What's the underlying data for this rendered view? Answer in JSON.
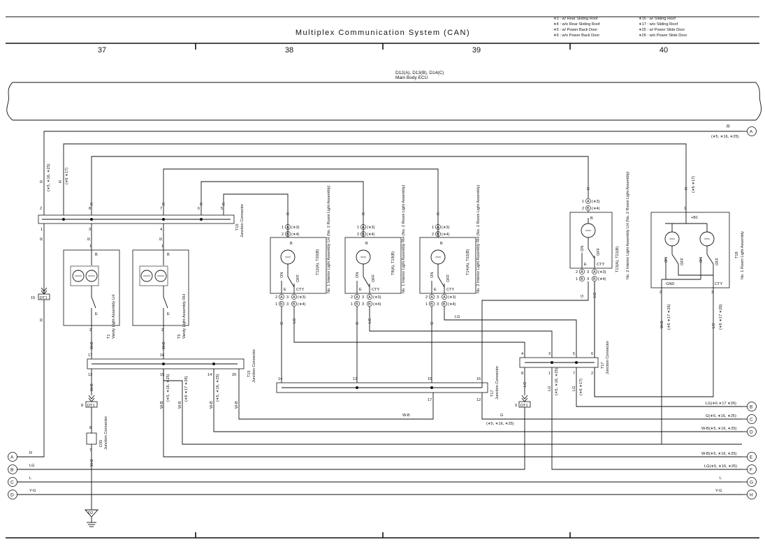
{
  "header": {
    "title": "Multiplex Communication System (CAN)",
    "columns": [
      "37",
      "38",
      "39",
      "40"
    ],
    "notes_left": [
      "∗3 : w/ Rear Sliding Roof",
      "∗4 : w/o Rear Sliding Roof",
      "∗5 : w/ Power Back Door",
      "∗6 : w/o Power Back Door"
    ],
    "notes_right": [
      "∗16 : w/ Sliding Roof",
      "∗17 : w/o Sliding Roof",
      "∗25 : w/ Power Slide Door",
      "∗26 : w/o Power Slide Door"
    ]
  },
  "ecu": {
    "code": "D12(A), D13(B), D14(C)",
    "name": "Main Body ECU"
  },
  "wires": {
    "R": "R",
    "LG": "LG",
    "L": "L",
    "YG": "Y-G",
    "WB": "W-B",
    "G": "G",
    "cond_5_16_25": "(∗5, ∗16, ∗25)",
    "cond_6_17_26": "(∗6 ∗17 ∗26)",
    "cond_6_17_v": "(∗6 ∗17)",
    "cond_5_16_25_v": "(∗5, ∗16, ∗25)",
    "cond_6_17_26_v": "(∗6 ∗17 ∗26)"
  },
  "connectors_left": [
    {
      "id": "A",
      "wire": "R"
    },
    {
      "id": "B",
      "wire": "LG"
    },
    {
      "id": "C",
      "wire": "L"
    },
    {
      "id": "D",
      "wire": "Y-G"
    }
  ],
  "connectors_right": [
    {
      "id": "A",
      "wire": "R",
      "cond": "(∗5, ∗16, ∗25)"
    },
    {
      "id": "B",
      "wire": "LG(∗6 ∗17 ∗26)"
    },
    {
      "id": "C",
      "wire": "G(∗5, ∗16, ∗25)"
    },
    {
      "id": "D",
      "wire": "W-B(∗5, ∗16, ∗25)"
    },
    {
      "id": "E",
      "wire": "W-B(∗5, ∗16, ∗25)"
    },
    {
      "id": "F",
      "wire": "LG(∗5, ∗16, ∗25)"
    },
    {
      "id": "G",
      "wire": "L"
    },
    {
      "id": "H",
      "wire": "Y-G"
    }
  ],
  "components": {
    "t15_top": {
      "code": "T15",
      "name": "Junction Connector",
      "pins": [
        "2",
        "8",
        "7",
        "6",
        "5",
        "1",
        "3",
        "4"
      ]
    },
    "t1": {
      "code": "T1",
      "name": "Vanity Light Assembly LH",
      "pins": [
        "1",
        "B",
        "E",
        "2"
      ]
    },
    "t5": {
      "code": "T5",
      "name": "Vanity Light Assembly RH",
      "pins": [
        "1",
        "B",
        "E",
        "2"
      ]
    },
    "t12": {
      "code": "T12(A), T20(B)",
      "name": "No. 1 Interior Light Assembly LH (No. 2 Room Light Assembly)"
    },
    "t8": {
      "code": "T8(A), T19(B)",
      "name": "No. 1 Interior Light Assembly RH (No. 2 Room Light Assembly)"
    },
    "t14": {
      "code": "T14(A), T22(B)",
      "name": "No. 2 Interior Light Assembly RH (No. 2 Room Light Assembly)"
    },
    "t13": {
      "code": "T13(A), T21(B)",
      "name": "No. 2 Interior Light Assembly LH (No. 2 Room Light Assembly)"
    },
    "t18": {
      "code": "T18",
      "name": "No. 1 Room Light Assembly",
      "pins": [
        "+B1",
        "GND",
        "CTY",
        "1",
        "2",
        "3"
      ]
    },
    "t15_mid": {
      "code": "T15",
      "name": "Junction Connector",
      "pins": [
        "17",
        "16",
        "12",
        "15",
        "14",
        "20"
      ]
    },
    "t17_mid": {
      "code": "T17",
      "name": "Junction Connector",
      "pins": [
        "14",
        "13",
        "15",
        "16",
        "17",
        "12"
      ]
    },
    "t17_right": {
      "code": "T17",
      "name": "Junction Connector",
      "pins": [
        "4",
        "3",
        "5",
        "6",
        "8",
        "1",
        "7",
        "2"
      ]
    },
    "d35": {
      "code": "D35",
      "name": "Junction Connector",
      "pins": [
        "8",
        "7"
      ]
    },
    "dt1": {
      "code": "DT1"
    },
    "d2": {
      "code": "D2"
    }
  },
  "switch": {
    "on": "ON",
    "off": "OFF",
    "b": "B",
    "e": "E",
    "cty": "CTY",
    "gnd": "GND"
  },
  "pin_conds": {
    "c3": "(∗3)",
    "c4": "(∗4)"
  }
}
